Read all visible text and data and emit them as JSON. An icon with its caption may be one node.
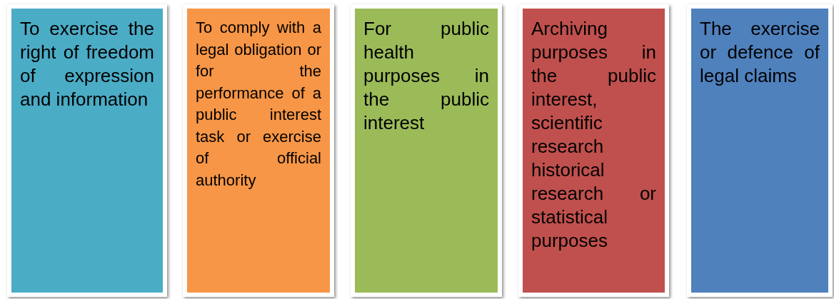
{
  "diagram": {
    "nodes": [
      {
        "text": [
          "To exercise the right of freedom of expression and information"
        ]
      },
      {
        "text": [
          "To comply with a legal obligation or for the performance of a public interest task or exercise of official authority"
        ]
      },
      {
        "text": [
          "For public health purposes in the public interest"
        ]
      },
      {
        "text": [
          "Archiving purposes in the public interest, scientific research historical research or statistical purposes"
        ]
      },
      {
        "text": [
          "The exercise or defence of legal claims"
        ]
      }
    ]
  }
}
